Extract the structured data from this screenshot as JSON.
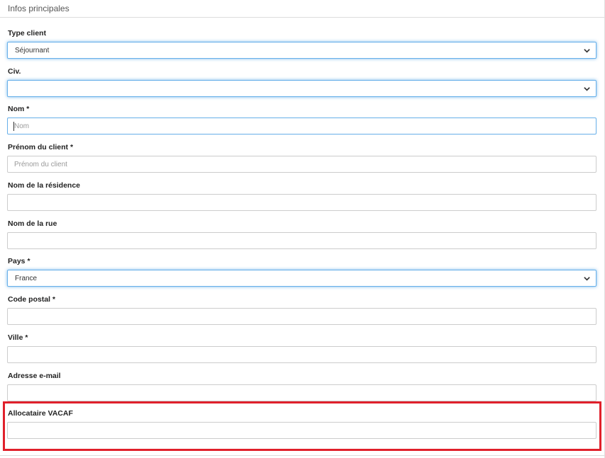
{
  "section": {
    "title": "Infos principales"
  },
  "fields": {
    "type_client": {
      "label": "Type client",
      "value": "Séjournant"
    },
    "civ": {
      "label": "Civ.",
      "value": ""
    },
    "nom": {
      "label": "Nom *",
      "placeholder": "Nom"
    },
    "prenom": {
      "label": "Prénom du client *",
      "placeholder": "Prénom du client"
    },
    "residence": {
      "label": "Nom de la résidence",
      "value": ""
    },
    "rue": {
      "label": "Nom de la rue",
      "value": ""
    },
    "pays": {
      "label": "Pays *",
      "value": "France"
    },
    "code_postal": {
      "label": "Code postal *",
      "value": ""
    },
    "ville": {
      "label": "Ville *",
      "value": ""
    },
    "email": {
      "label": "Adresse e-mail",
      "value": ""
    },
    "vacaf": {
      "label": "Allocataire VACAF",
      "value": ""
    }
  },
  "colors": {
    "highlight": "#e0202b",
    "focus": "#66afe9"
  },
  "icons": {
    "select_indicator": "chevron-down-icon"
  }
}
